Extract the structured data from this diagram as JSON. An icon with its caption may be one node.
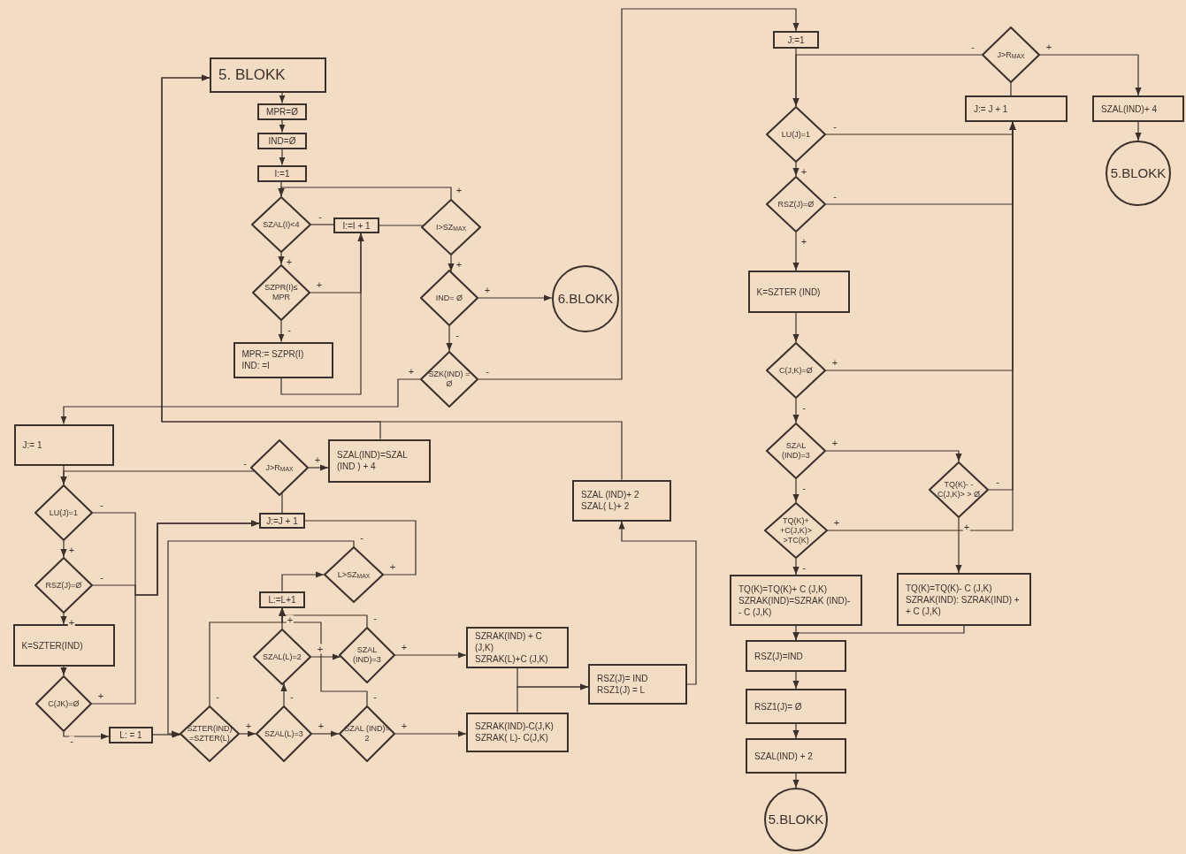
{
  "diagram": {
    "nodes": [
      {
        "text": [
          "5. BLOKK"
        ]
      },
      {
        "text": [
          "MPR=Ø"
        ]
      },
      {
        "text": [
          "IND=Ø"
        ]
      },
      {
        "text": [
          "I:=1"
        ]
      },
      {
        "text": [
          "SZAL(I)<4"
        ]
      },
      {
        "text": [
          "I:=I + 1"
        ]
      },
      {
        "text": [
          "I>SZ$_{MAX}$"
        ]
      },
      {
        "text": [
          "SZPR(I)≤ MPR"
        ]
      },
      {
        "text": [
          "IND= Ø"
        ]
      },
      {
        "text": [
          "6.BLOKK"
        ]
      },
      {
        "text": [
          "MPR:= SZPR(I)",
          "IND: =I"
        ]
      },
      {
        "text": [
          "SZK(IND) = Ø"
        ]
      },
      {
        "text": [
          "J:=1"
        ]
      },
      {
        "text": [
          "J>R$_{MAX}$"
        ]
      },
      {
        "text": [
          "J:= J + 1"
        ]
      },
      {
        "text": [
          "SZAL(IND)+ 4"
        ]
      },
      {
        "text": [
          "5.BLOKK"
        ]
      },
      {
        "text": [
          "LU(J)=1"
        ]
      },
      {
        "text": [
          "RSZ(J)=Ø"
        ]
      },
      {
        "text": [
          "K=SZTER (IND)"
        ]
      },
      {
        "text": [
          "C(J,K)=Ø"
        ]
      },
      {
        "text": [
          "SZAL (IND)=3"
        ]
      },
      {
        "text": [
          "TQ(K)- -C(J,K)> > Ø"
        ]
      },
      {
        "text": [
          "TQ(K)+ +C(J,K)> >TC(K)"
        ]
      },
      {
        "text": [
          "TQ(K)=TQ(K)+ C (J,K)",
          "SZRAK(IND)=SZRAK (IND)- - C (J,K)"
        ]
      },
      {
        "text": [
          "TQ(K)=TQ(K)- C (J,K)",
          "SZRAK(IND): SZRAK(IND) + + C (J,K)"
        ]
      },
      {
        "text": [
          "RSZ(J)=IND"
        ]
      },
      {
        "text": [
          "RSZ1(J)= Ø"
        ]
      },
      {
        "text": [
          "SZAL(IND) + 2"
        ]
      },
      {
        "text": [
          "5.BLOKK"
        ]
      },
      {
        "text": [
          "J:= 1"
        ]
      },
      {
        "text": [
          "J>R$_{MAX}$"
        ]
      },
      {
        "text": [
          "SZAL(IND)=SZAL (IND ) + 4"
        ]
      },
      {
        "text": [
          "LU(J)=1"
        ]
      },
      {
        "text": [
          "J:=J + 1"
        ]
      },
      {
        "text": [
          "RSZ(J)=Ø"
        ]
      },
      {
        "text": [
          "L>SZ$_{MAX}$"
        ]
      },
      {
        "text": [
          "L:=L+1"
        ]
      },
      {
        "text": [
          "K=SZTER(IND)"
        ]
      },
      {
        "text": [
          "SZAL(L)=2"
        ]
      },
      {
        "text": [
          "SZAL (IND)=3"
        ]
      },
      {
        "text": [
          "SZRAK(IND) + C (J,K)",
          "SZRAK(L)+C (J,K)"
        ]
      },
      {
        "text": [
          "RSZ(J)= IND",
          "RSZ1(J) = L"
        ]
      },
      {
        "text": [
          "SZAL (IND)+ 2",
          "SZAL( L)+ 2"
        ]
      },
      {
        "text": [
          "C(JK)=Ø"
        ]
      },
      {
        "text": [
          "L: = 1"
        ]
      },
      {
        "text": [
          "SZTER(IND) =SZTER(L)"
        ]
      },
      {
        "text": [
          "SZAL(L)=3"
        ]
      },
      {
        "text": [
          "SZAL (IND)= 2"
        ]
      },
      {
        "text": [
          "SZRAK(IND)-C(J,K)",
          "SZRAK( L)- C(J,K)"
        ]
      }
    ],
    "edges": [
      {
        "from": 0,
        "to": 1,
        "arrow": "to"
      },
      {
        "from": 1,
        "to": 2,
        "arrow": "to"
      },
      {
        "from": 2,
        "to": 3,
        "arrow": "to"
      },
      {
        "from": 3,
        "to": 4,
        "arrow": "to"
      },
      {
        "from": 4,
        "to": 5,
        "arrow": "none",
        "label": "-"
      },
      {
        "from": 5,
        "to": 6,
        "arrow": "none"
      },
      {
        "from": 6,
        "to": 4,
        "arrow": "to",
        "label": "+"
      },
      {
        "from": 4,
        "to": 7,
        "arrow": "to",
        "label": "+"
      },
      {
        "from": 7,
        "to": 5,
        "arrow": "to",
        "label": "+"
      },
      {
        "from": 7,
        "to": 10,
        "arrow": "to",
        "label": "-"
      },
      {
        "from": 10,
        "to": 5,
        "arrow": "to"
      },
      {
        "from": 6,
        "to": 8,
        "arrow": "to",
        "label": "+"
      },
      {
        "from": 8,
        "to": 9,
        "arrow": "to",
        "label": "+"
      },
      {
        "from": 8,
        "to": 11,
        "arrow": "to",
        "label": "-"
      },
      {
        "from": 11,
        "to": 12,
        "arrow": "to",
        "label": "-"
      },
      {
        "from": 11,
        "to": 30,
        "arrow": "to",
        "label": "+"
      },
      {
        "from": 31,
        "to": 32,
        "arrow": "to",
        "label": "+"
      },
      {
        "from": 32,
        "to": 0,
        "arrow": "to"
      },
      {
        "from": 43,
        "to": 0,
        "arrow": "to"
      },
      {
        "from": 30,
        "to": 33,
        "arrow": "to"
      },
      {
        "from": 31,
        "to": 33,
        "arrow": "to",
        "label": "-"
      },
      {
        "from": 33,
        "to": 35,
        "arrow": "to",
        "label": "+"
      },
      {
        "from": 33,
        "to": 34,
        "arrow": "to",
        "label": "-"
      },
      {
        "from": 35,
        "to": 34,
        "arrow": "to",
        "label": "-"
      },
      {
        "from": 44,
        "to": 34,
        "arrow": "to",
        "label": "+"
      },
      {
        "from": 35,
        "to": 38,
        "arrow": "to",
        "label": "+"
      },
      {
        "from": 38,
        "to": 44,
        "arrow": "to"
      },
      {
        "from": 44,
        "to": 45,
        "arrow": "to",
        "label": "-"
      },
      {
        "from": 45,
        "to": 46,
        "arrow": "to"
      },
      {
        "from": 34,
        "to": 31,
        "arrow": "none"
      },
      {
        "from": 36,
        "to": 34,
        "arrow": "none",
        "label": "+"
      },
      {
        "from": 36,
        "to": 46,
        "arrow": "to",
        "label": "-"
      },
      {
        "from": 37,
        "to": 36,
        "arrow": "to"
      },
      {
        "from": 46,
        "to": 47,
        "arrow": "to",
        "label": "+"
      },
      {
        "from": 46,
        "to": 37,
        "arrow": "to",
        "label": "-"
      },
      {
        "from": 47,
        "to": 39,
        "arrow": "to",
        "label": "-"
      },
      {
        "from": 47,
        "to": 48,
        "arrow": "to",
        "label": "+"
      },
      {
        "from": 39,
        "to": 37,
        "arrow": "to",
        "label": "+"
      },
      {
        "from": 39,
        "to": 40,
        "arrow": "to",
        "label": "+"
      },
      {
        "from": 40,
        "to": 37,
        "arrow": "to",
        "label": "-"
      },
      {
        "from": 48,
        "to": 37,
        "arrow": "to",
        "label": "-"
      },
      {
        "from": 40,
        "to": 41,
        "arrow": "to",
        "label": "+"
      },
      {
        "from": 48,
        "to": 49,
        "arrow": "to",
        "label": "+"
      },
      {
        "from": 41,
        "to": 42,
        "arrow": "to"
      },
      {
        "from": 49,
        "to": 42,
        "arrow": "to"
      },
      {
        "from": 42,
        "to": 43,
        "arrow": "to"
      },
      {
        "from": 12,
        "to": 17,
        "arrow": "to"
      },
      {
        "from": 13,
        "to": 17,
        "arrow": "to",
        "label": "-"
      },
      {
        "from": 13,
        "to": 15,
        "arrow": "to",
        "label": "+"
      },
      {
        "from": 14,
        "to": 13,
        "arrow": "none"
      },
      {
        "from": 15,
        "to": 16,
        "arrow": "to"
      },
      {
        "from": 17,
        "to": 18,
        "arrow": "to",
        "label": "+"
      },
      {
        "from": 17,
        "to": 14,
        "arrow": "to",
        "label": "-"
      },
      {
        "from": 18,
        "to": 19,
        "arrow": "to",
        "label": "+"
      },
      {
        "from": 18,
        "to": 14,
        "arrow": "to",
        "label": "-"
      },
      {
        "from": 19,
        "to": 20,
        "arrow": "to"
      },
      {
        "from": 20,
        "to": 14,
        "arrow": "to",
        "label": "+"
      },
      {
        "from": 20,
        "to": 21,
        "arrow": "to",
        "label": "-"
      },
      {
        "from": 21,
        "to": 22,
        "arrow": "to",
        "label": "+"
      },
      {
        "from": 22,
        "to": 14,
        "arrow": "to",
        "label": "-"
      },
      {
        "from": 21,
        "to": 23,
        "arrow": "to",
        "label": "-"
      },
      {
        "from": 23,
        "to": 14,
        "arrow": "to",
        "label": "+"
      },
      {
        "from": 22,
        "to": 25,
        "arrow": "to",
        "label": "+"
      },
      {
        "from": 23,
        "to": 24,
        "arrow": "to",
        "label": "-"
      },
      {
        "from": 24,
        "to": 26,
        "arrow": "to"
      },
      {
        "from": 25,
        "to": 26,
        "arrow": "to"
      },
      {
        "from": 26,
        "to": 27,
        "arrow": "to"
      },
      {
        "from": 27,
        "to": 28,
        "arrow": "to"
      },
      {
        "from": 28,
        "to": 29,
        "arrow": "to"
      }
    ]
  }
}
